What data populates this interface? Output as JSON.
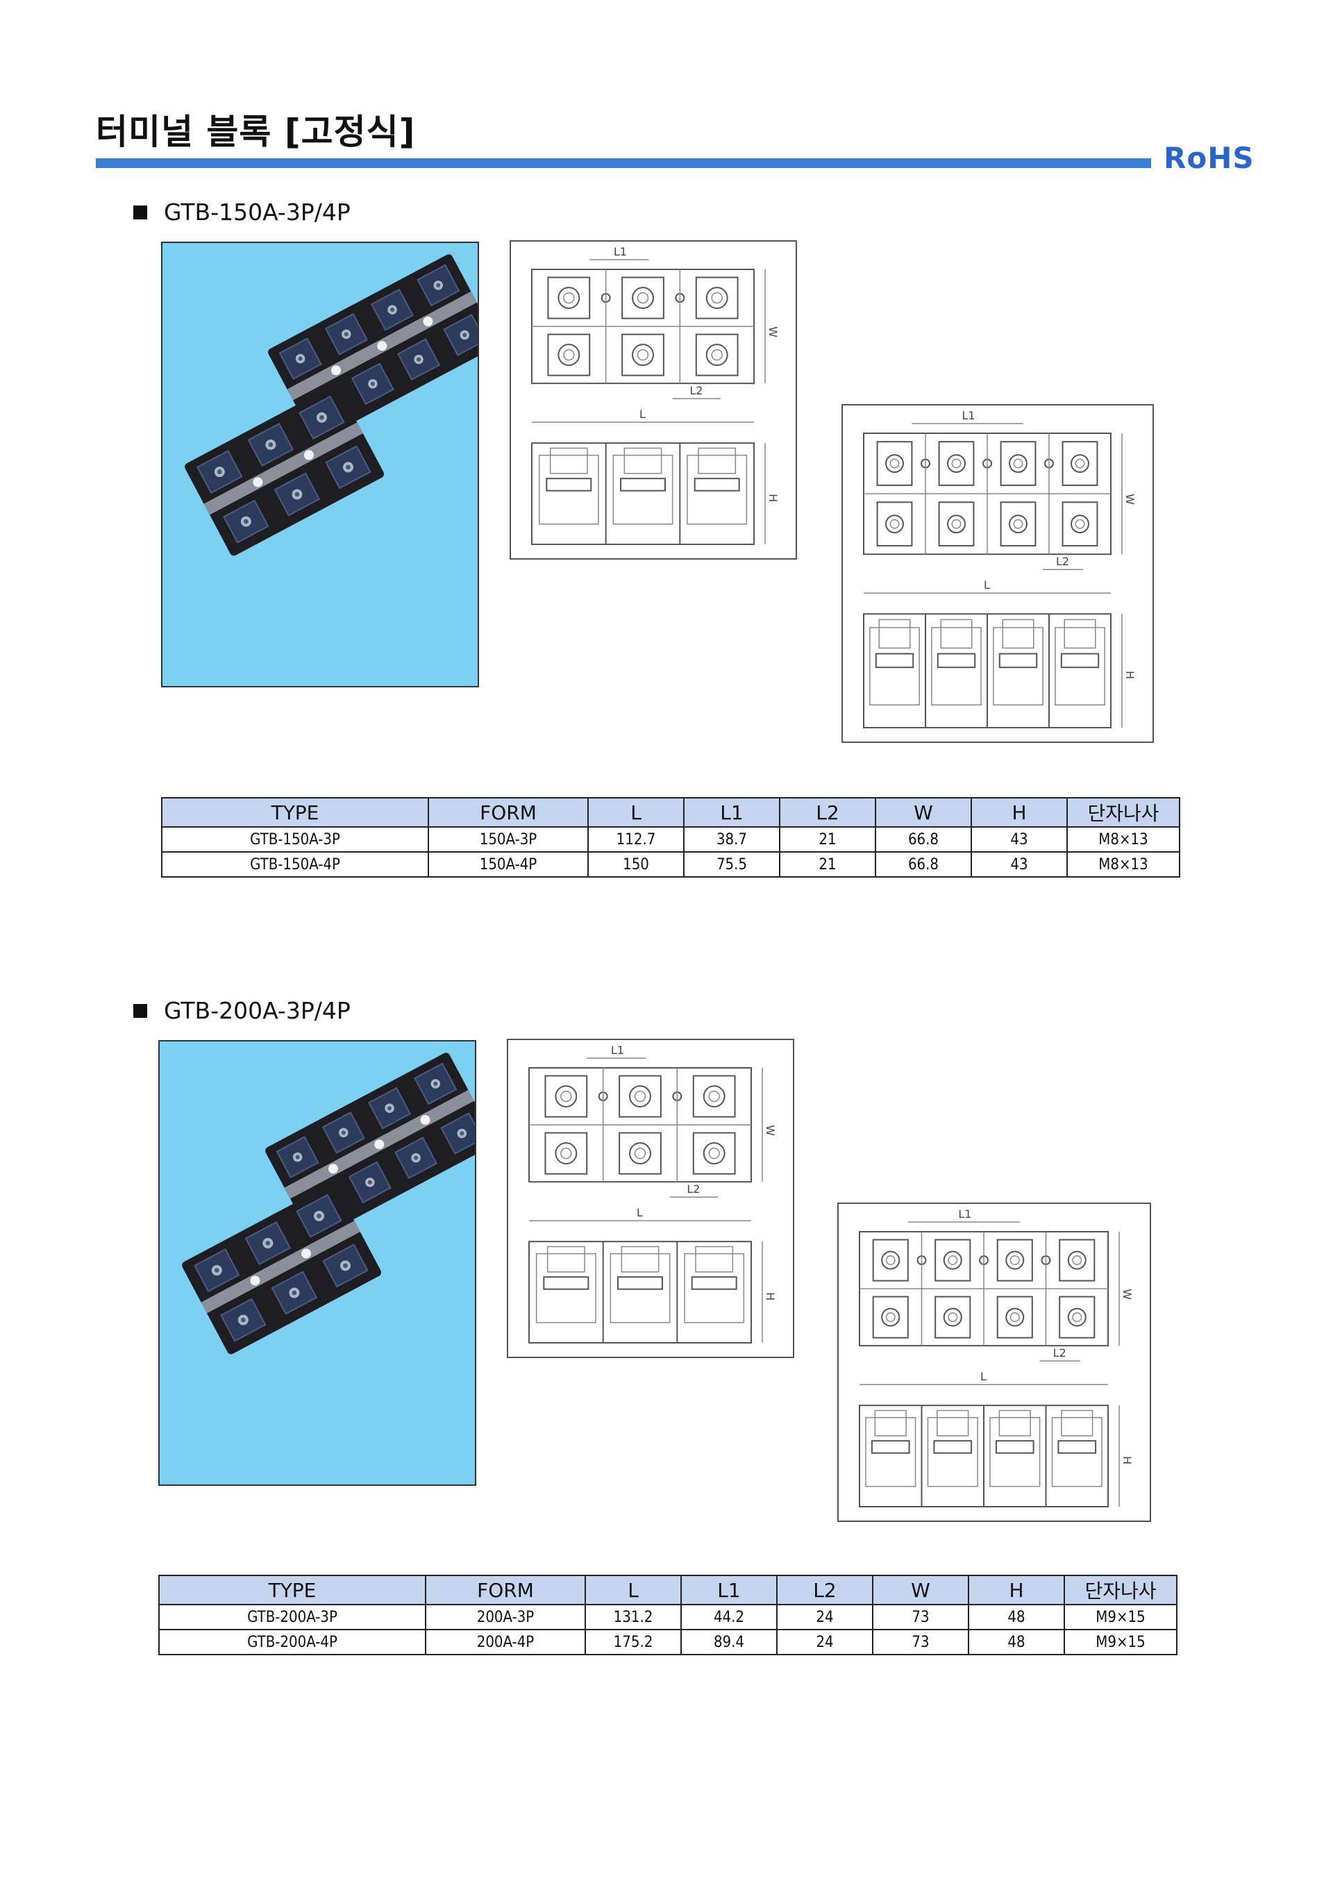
{
  "header": {
    "title": "터미널 블록 [고정식]",
    "badge": "RoHS",
    "accent_color": "#3c7fd0"
  },
  "sections": [
    {
      "heading": "GTB-150A-3P/4P",
      "drawing_3p": {
        "labels": {
          "l1": "L1",
          "l2": "L2",
          "l": "L",
          "w": "W",
          "h": "H"
        }
      },
      "drawing_4p": {
        "labels": {
          "l1": "L1",
          "l2": "L2",
          "l": "L",
          "w": "W",
          "h": "H"
        }
      },
      "table": {
        "columns": [
          "TYPE",
          "FORM",
          "L",
          "L1",
          "L2",
          "W",
          "H",
          "단자나사"
        ],
        "rows": [
          [
            "GTB-150A-3P",
            "150A-3P",
            "112.7",
            "38.7",
            "21",
            "66.8",
            "43",
            "M8×13"
          ],
          [
            "GTB-150A-4P",
            "150A-4P",
            "150",
            "75.5",
            "21",
            "66.8",
            "43",
            "M8×13"
          ]
        ]
      }
    },
    {
      "heading": "GTB-200A-3P/4P",
      "drawing_3p": {
        "labels": {
          "l1": "L1",
          "l2": "L2",
          "l": "L",
          "w": "W",
          "h": "H"
        }
      },
      "drawing_4p": {
        "labels": {
          "l1": "L1",
          "l2": "L2",
          "l": "L",
          "w": "W",
          "h": "H"
        }
      },
      "table": {
        "columns": [
          "TYPE",
          "FORM",
          "L",
          "L1",
          "L2",
          "W",
          "H",
          "단자나사"
        ],
        "rows": [
          [
            "GTB-200A-3P",
            "200A-3P",
            "131.2",
            "44.2",
            "24",
            "73",
            "48",
            "M9×15"
          ],
          [
            "GTB-200A-4P",
            "200A-4P",
            "175.2",
            "89.4",
            "24",
            "73",
            "48",
            "M9×15"
          ]
        ]
      }
    }
  ],
  "colors": {
    "photo_bg": "#7cd1f3",
    "table_header_bg": "#c5d5ef",
    "block_body": "#1e1e22"
  },
  "icons": [
    "square-bullet-icon",
    "terminal-block-photo",
    "dimension-drawing"
  ]
}
